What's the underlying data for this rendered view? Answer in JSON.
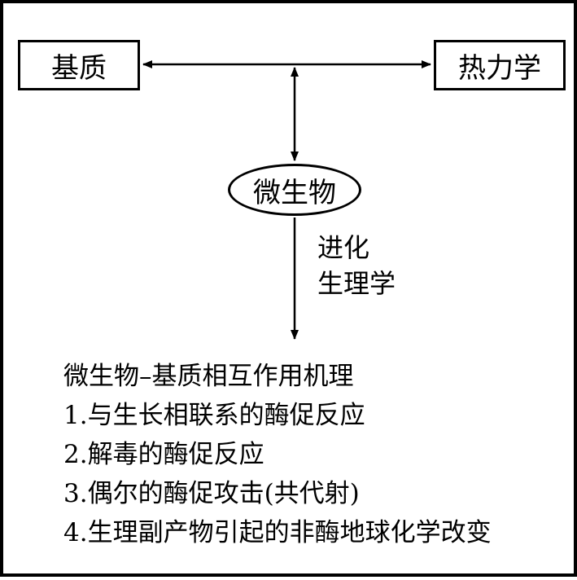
{
  "nodes": {
    "substrate": "基质",
    "thermodynamics": "热力学",
    "microbe": "微生物"
  },
  "edge_labels": {
    "evolution": "进化",
    "physiology": "生理学"
  },
  "mechanisms": {
    "title": "微生物–基质相互作用机理",
    "items": [
      "1.与生长相联系的酶促反应",
      "2.解毒的酶促反应",
      "3.偶尔的酶促攻击(共代射)",
      "4.生理副产物引起的非酶地球化学改变"
    ]
  },
  "colors": {
    "line": "#000000",
    "background": "#ffffff"
  }
}
